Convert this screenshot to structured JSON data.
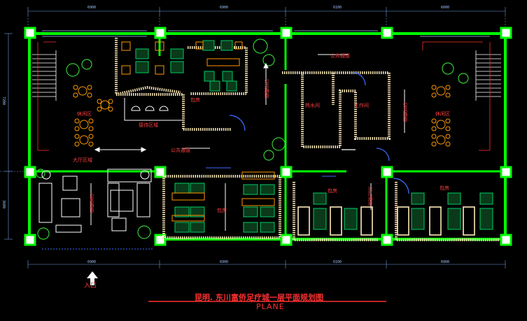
{
  "title": "昆明. 东川富侨足疗城一层平面规划图",
  "subtitle": "PLANE",
  "entrance_label": "入口",
  "dimensions": {
    "top": [
      "6900",
      "6900",
      "6100",
      "6000"
    ],
    "bottom": [
      "6900",
      "6900",
      "6100",
      "6000"
    ],
    "left": [
      "7200",
      "3600"
    ]
  },
  "rooms": {
    "lobby": "大厅区域",
    "rest_area_left": "休闲区",
    "rest_area_right": "休闲区",
    "reception": "接待区域",
    "corridor_main": "公共通道",
    "corridor_top": "公共通道",
    "corridor_vertical_center": "公共通道",
    "corridor_vertical_right": "公共通道",
    "corridor_vertical_left": "公共通道",
    "corridor_vertical_room": "公共通道",
    "vip_room_top": "包房",
    "vip_room_center": "包房",
    "vip_room_bottom_a": "包房",
    "vip_room_bottom_b": "包房",
    "water_room": "热水间",
    "staff_room": "工作间"
  },
  "colors": {
    "background": "#000000",
    "wall": "#00ff00",
    "partition": "#ffe9b8",
    "furniture": "#ffffff",
    "stairs": "#ffffff",
    "plants": "#33cc33",
    "chairs": "#00cc66",
    "text": "#ff3030",
    "dimension": "#9fc7ff",
    "accent": "#ff9900",
    "door": "#3b6bff"
  }
}
